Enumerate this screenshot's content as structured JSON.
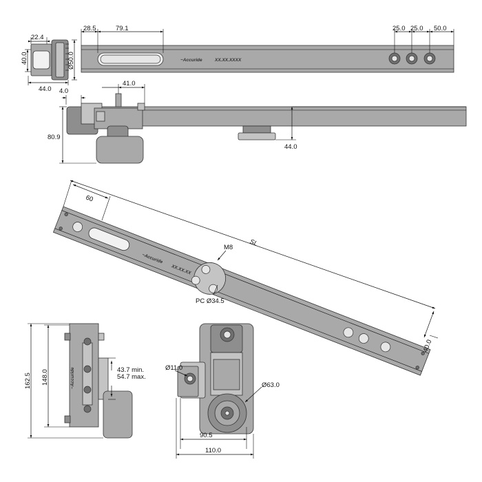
{
  "top_view": {
    "dims": {
      "offset": "28.5",
      "slot_length": "79.1",
      "hole_pitch_1": "25.0",
      "hole_pitch_2": "25.0",
      "end_offset": "50.0",
      "clamp_width": "22.4",
      "height": "40.0",
      "diameter": "Ø50.0",
      "clamp_length": "44.0"
    },
    "engraving": "XX.XX.XXXX"
  },
  "side_view": {
    "dims": {
      "top_offset": "4.0",
      "spigot_offset": "41.0",
      "overall_height": "80.9",
      "foot_height": "44.0"
    }
  },
  "iso_view": {
    "dims": {
      "end_length": "60",
      "overall_length": "SL",
      "thread": "M8",
      "pitch_circle": "PC Ø34.5",
      "width": "40.0"
    },
    "engraving": "XX.XX.XX"
  },
  "front_view": {
    "dims": {
      "overall": "162.5",
      "inner": "148.0",
      "range_min": "43.7 min.",
      "range_max": "54.7 max."
    }
  },
  "clamp_view": {
    "dims": {
      "bore": "Ø11.0",
      "knob": "Ø63.0",
      "inner_width": "90.5",
      "outer_width": "110.0"
    }
  }
}
